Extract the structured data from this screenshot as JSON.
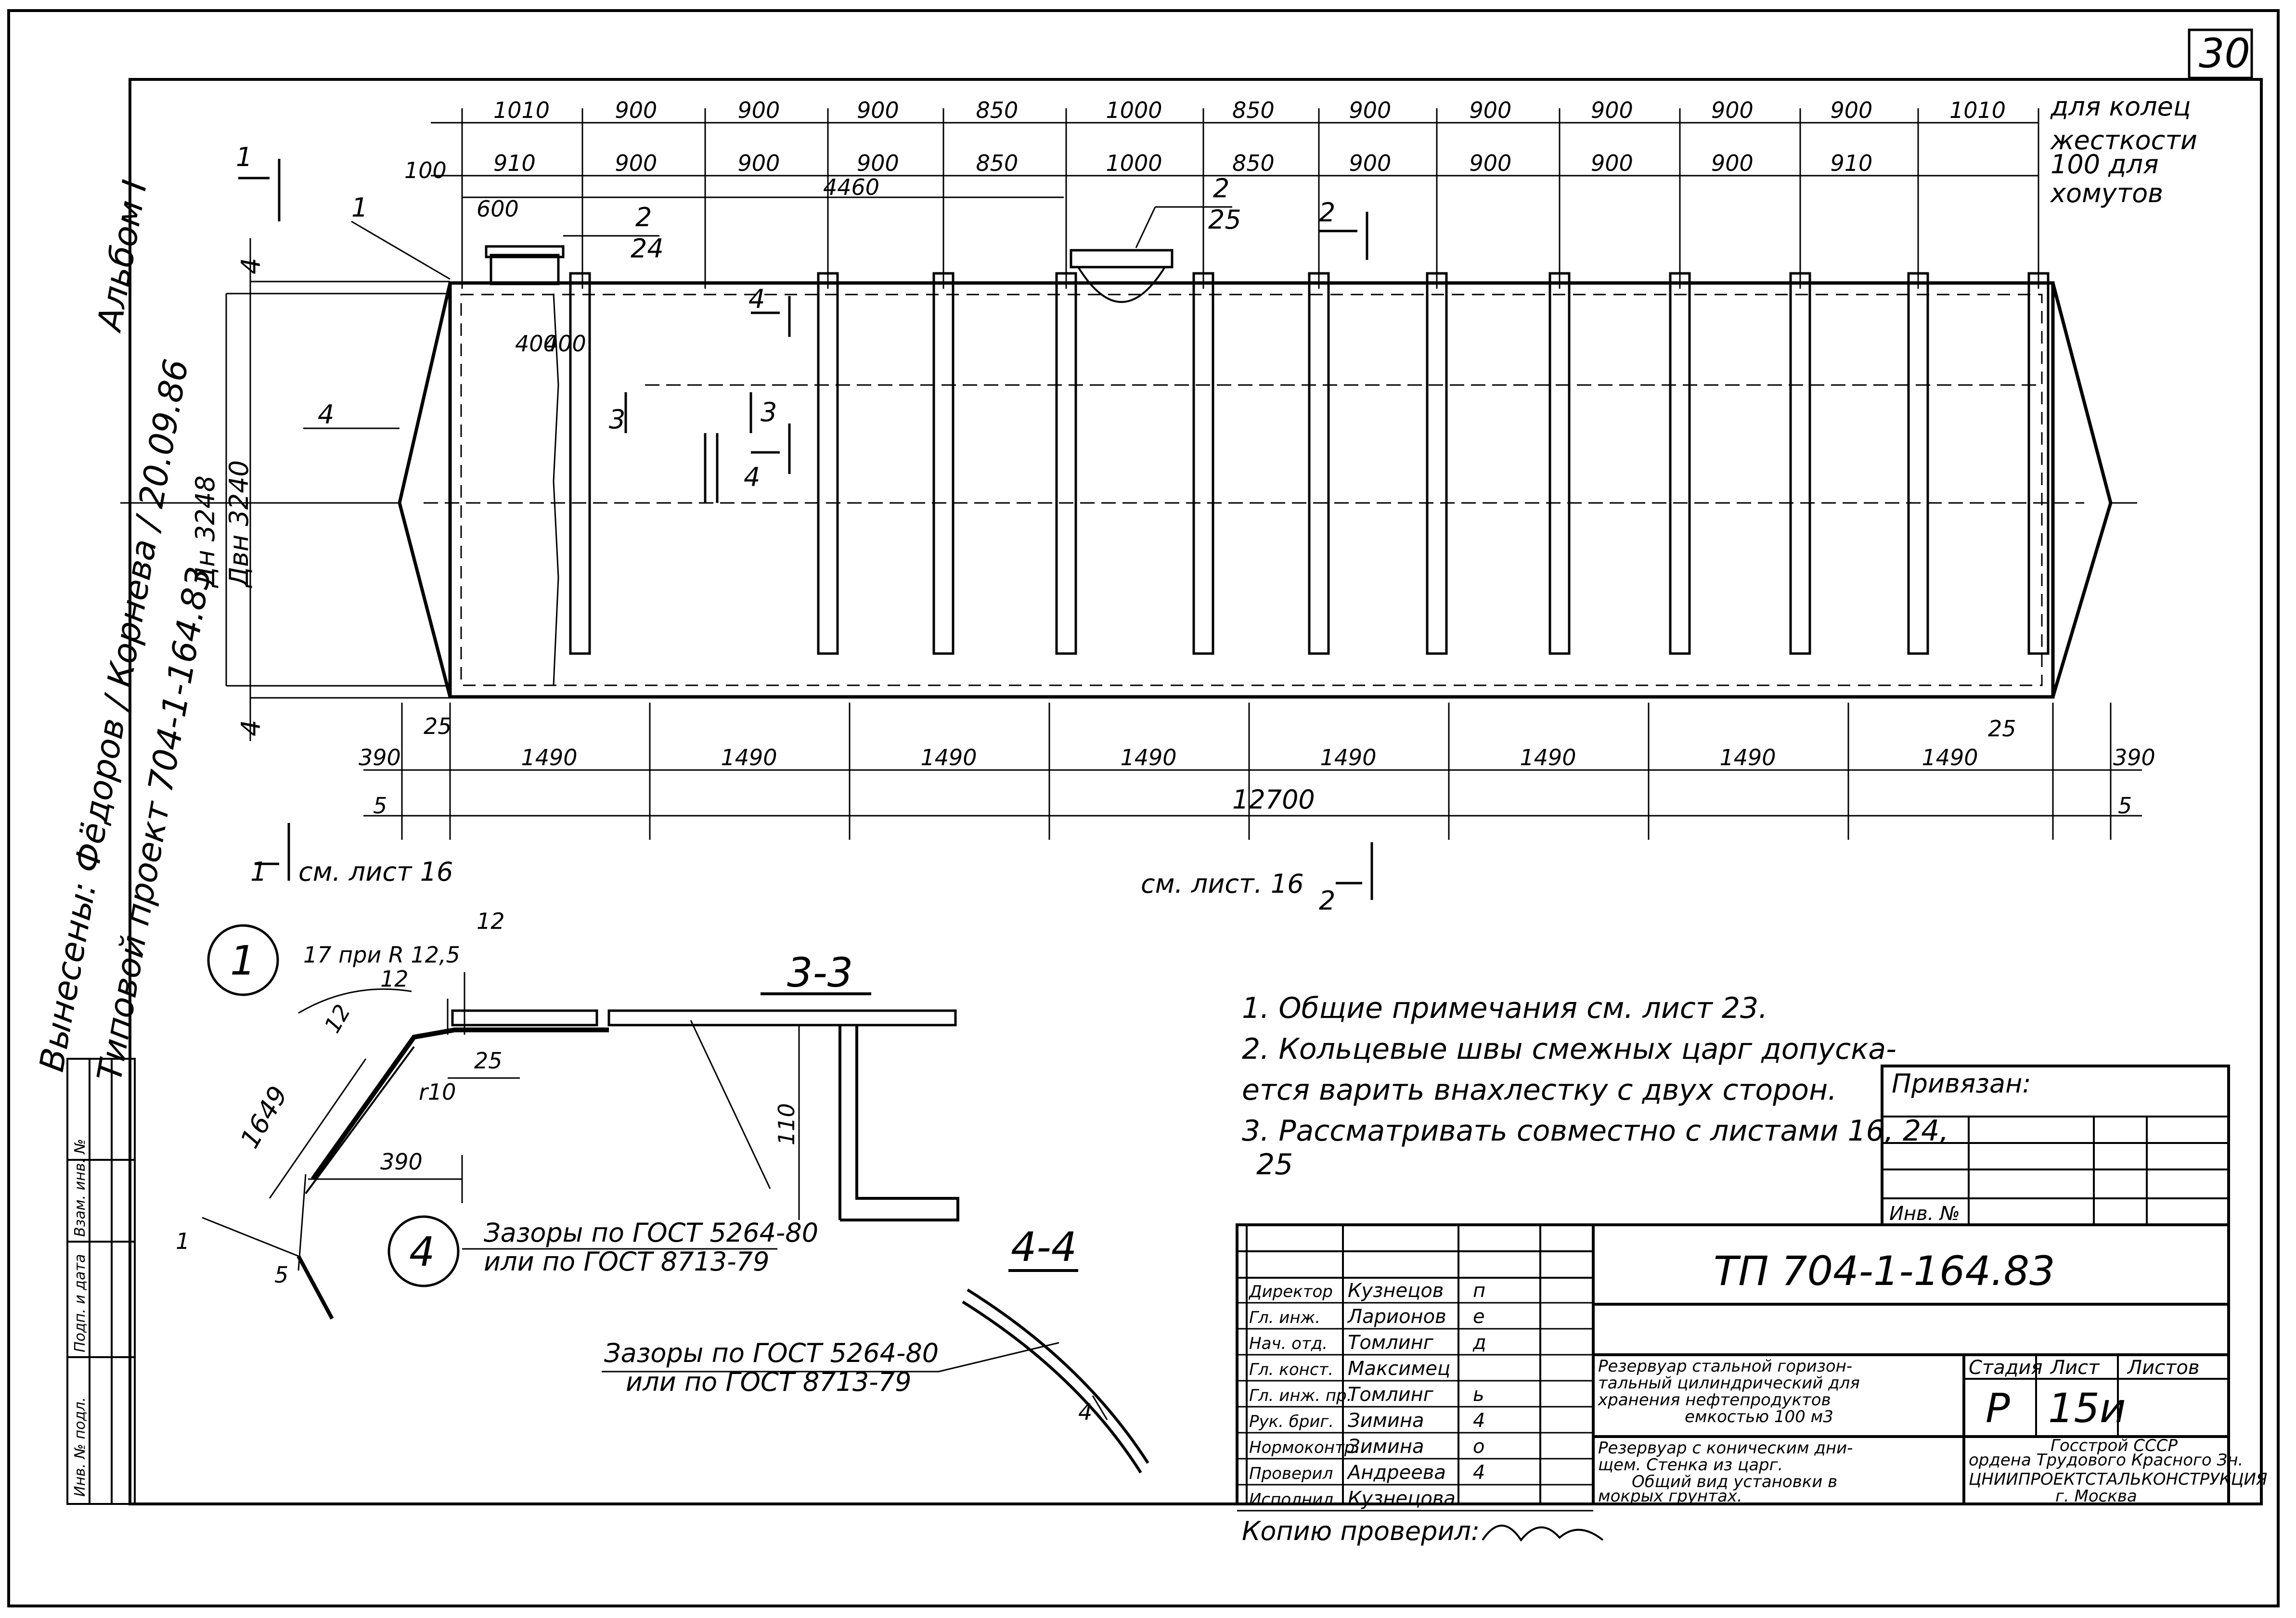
{
  "sheet": {
    "page_number": "30",
    "side_text": {
      "line1": "Вынесены: Фёдоров / Корнева / 20.09.86",
      "line2": "Альбом I",
      "line3": "Типовой проект 704-1-164.83"
    },
    "dim_labels": {
      "top_row1": [
        "1010",
        "900",
        "900",
        "900",
        "850",
        "1000",
        "850",
        "900",
        "900",
        "900",
        "900",
        "900",
        "1010"
      ],
      "top_row2": [
        "910",
        "900",
        "900",
        "900",
        "850",
        "1000",
        "850",
        "900",
        "900",
        "900",
        "900",
        "910"
      ],
      "top_row1_note": "для колец",
      "top_row2_note": "жесткости",
      "top_row3_note": "100 для",
      "top_row4_note": "хомутов",
      "left_100": "100",
      "dim_600": "600",
      "dim_4460": "4460",
      "dim_400a": "400",
      "dim_400b": "400",
      "dn": "Дн 3248",
      "dvn": "Двн 3240",
      "gap_top": "4",
      "gap_bottom": "4",
      "dim_25_left": "25",
      "dim_25_right": "25",
      "bottom_row": [
        "1490",
        "1490",
        "1490",
        "1490",
        "1490",
        "1490",
        "1490",
        "1490"
      ],
      "end_390_left": "390",
      "end_390_right": "390",
      "dim_5_left": "5",
      "dim_5_right": "5",
      "total": "12700"
    },
    "markers": {
      "pos1": "1",
      "pos4": "4",
      "pos2_24_top": "2",
      "pos2_24_bot": "24",
      "pos2_25_top": "2",
      "pos2_25_bot": "25",
      "sec1_left": "1",
      "sec2_right": "2",
      "sec4_upper": "4",
      "sec3_left": "3",
      "sec3_right": "3",
      "sec4_lower": "4",
      "cut1_label": "1",
      "cut1_ref": "см. лист 16",
      "cut2_ref": "см. лист. 16",
      "cut2_label": "2"
    },
    "detail1": {
      "circle": "1",
      "note_r": "17 при R 12,5",
      "dim_12a": "12",
      "dim_12b": "12",
      "dim_12c": "12",
      "dim_1649": "1649",
      "dim_25": "25",
      "dim_r10": "r10",
      "dim_390": "390",
      "mark_1": "1",
      "mark_5": "5"
    },
    "detail4": {
      "circle": "4",
      "gost1": "Зазоры по ГОСТ 5264-80",
      "gost2": "или по ГОСТ 8713-79"
    },
    "section33": {
      "title": "3-3",
      "dim_110": "110"
    },
    "section44": {
      "title": "4-4",
      "gost1": "Зазоры по ГОСТ 5264-80",
      "gost2": "или по ГОСТ 8713-79",
      "dim_4": "4"
    },
    "notes": [
      "1. Общие примечания см. лист 23.",
      "2. Кольцевые швы смежных царг допуска-",
      "ется варить внахлестку с двух сторон.",
      "3. Рассматривать совместно с листами 16, 24,",
      "25"
    ],
    "title_block": {
      "privyazan": "Привязан:",
      "inv_no": "Инв. №",
      "code": "ТП 704-1-164.83",
      "roles": [
        "Директор",
        "Гл. инж.",
        "Нач. отд.",
        "Гл. конст.",
        "Гл. инж. пр.",
        "Рук. бриг.",
        "Нормоконтр.",
        "Проверил",
        "Исполнил"
      ],
      "names": [
        "Кузнецов",
        "Ларионов",
        "Томлинг",
        "Максимец",
        "Томлинг",
        "Зимина",
        "Зимина",
        "Андреева",
        "Кузнецова"
      ],
      "signs": [
        "п",
        "е",
        "д",
        "",
        "ь",
        "4",
        "о",
        "4",
        ""
      ],
      "desc1": [
        "Резервуар стальной горизон-",
        "тальный цилиндрический для",
        "хранения нефтепродуктов",
        "емкостью 100 м3"
      ],
      "desc2": [
        "Резервуар с коническим дни-",
        "щем. Стенка из царг.",
        "Общий вид установки в",
        "мокрых грунтах."
      ],
      "stage_hdr": "Стадия",
      "sheet_hdr": "Лист",
      "sheets_hdr": "Листов",
      "stage": "Р",
      "sheet": "15и",
      "org1": "Госстрой СССР",
      "org2": "ордена Трудового Красного Зн.",
      "org3": "ЦНИИПРОЕКТСТАЛЬКОНСТРУКЦИЯ",
      "org4": "г. Москва",
      "copy_checked": "Копию проверил:",
      "vert_cells": [
        "Инв. № подл.",
        "Подп. и дата",
        "Взам. инв. №"
      ]
    }
  }
}
